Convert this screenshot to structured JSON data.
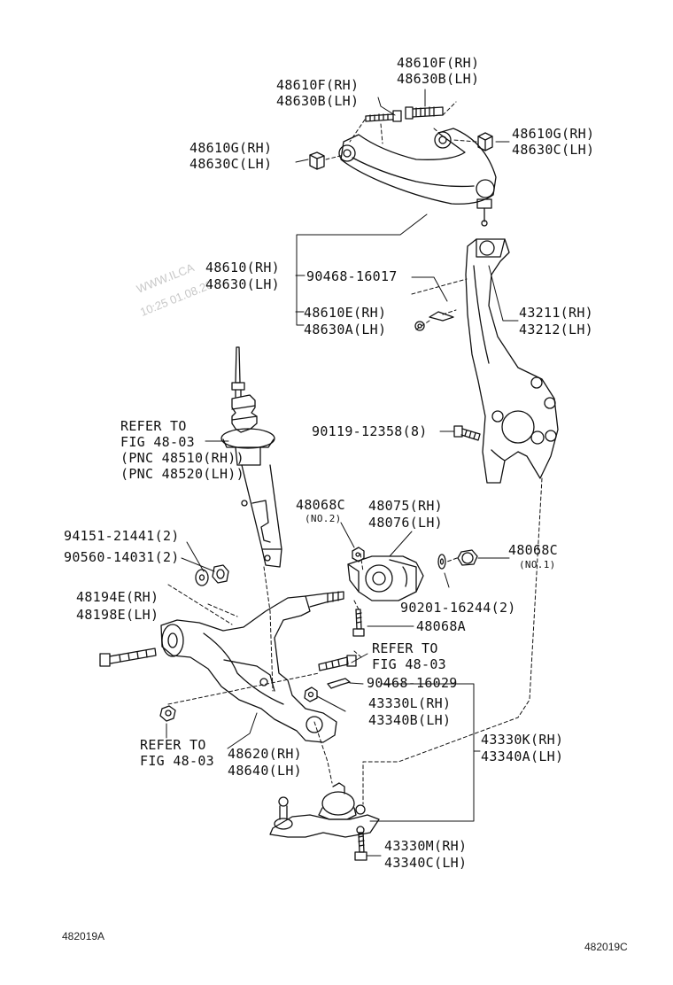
{
  "labels": {
    "top_bolt_rh": "48610F(RH)",
    "top_bolt_lh": "48630B(LH)",
    "left_bolt_rh": "48610F(RH)",
    "left_bolt_lh": "48630B(LH)",
    "bushing_left_rh": "48610G(RH)",
    "bushing_left_lh": "48630C(LH)",
    "bushing_right_rh": "48610G(RH)",
    "bushing_right_lh": "48630C(LH)",
    "upper_arm_rh": "48610(RH)",
    "upper_arm_lh": "48630(LH)",
    "clip_part": "90468-16017",
    "balljoint_upper_rh": "48610E(RH)",
    "balljoint_upper_lh": "48630A(LH)",
    "knuckle_rh": "43211(RH)",
    "knuckle_lh": "43212(LH)",
    "knuckle_bolt": "90119-12358(8)",
    "refer1_l1": "REFER TO",
    "refer1_l2": "FIG 48-03",
    "refer1_l3": "(PNC 48510(RH))",
    "refer1_l4": "(PNC 48520(LH))",
    "nut_48068c_top": "48068C",
    "nut_48068c_top_no": "(NO.2)",
    "bush_48075": "48075(RH)",
    "bush_48076": "48076(LH)",
    "nut_48068c_right": "48068C",
    "nut_48068c_right_no": "(NO.1)",
    "nut_94151": "94151-21441(2)",
    "washer_90560": "90560-14031(2)",
    "bolt_48194e": "48194E(RH)",
    "bolt_48198e": "48198E(LH)",
    "washer_90201": "90201-16244(2)",
    "bolt_48068a": "48068A",
    "refer2_l1": "REFER TO",
    "refer2_l2": "FIG 48-03",
    "clip_90468_16029": "90468-16029",
    "boot_43330l": "43330L(RH)",
    "boot_43340b": "43340B(LH)",
    "refer3_l1": "REFER TO",
    "refer3_l2": "FIG 48-03",
    "lower_arm_rh": "48620(RH)",
    "lower_arm_lh": "48640(LH)",
    "lower_bj_rh": "43330K(RH)",
    "lower_bj_lh": "43340A(LH)",
    "bolt_43330m": "43330M(RH)",
    "bolt_43340c": "43340C(LH)"
  },
  "footer": {
    "code_left": "482019A",
    "code_right": "482019C"
  },
  "watermark": {
    "line1": "WWW.ILCA",
    "line2": "10:25 01.08.20"
  }
}
